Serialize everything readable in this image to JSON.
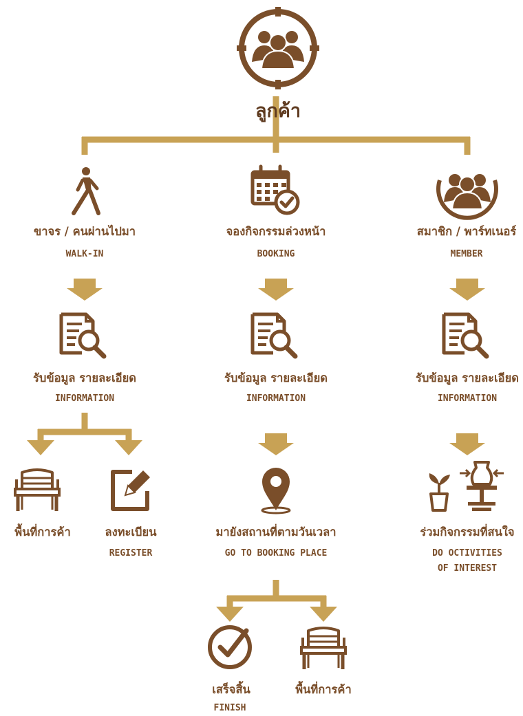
{
  "colors": {
    "connector": "#c8a255",
    "icon": "#7a4e2a",
    "text": "#7a4e2a",
    "title_text": "#5e3a1f",
    "background": "#ffffff"
  },
  "root": {
    "label_th": "ลูกค้า",
    "icon": "customers-group-icon"
  },
  "branches": {
    "walk_in": {
      "label_th": "ขาจร / คนผ่านไปมา",
      "label_en": "WALK-IN",
      "icon": "walking-person-icon",
      "info": {
        "label_th": "รับข้อมูล รายละเอียด",
        "label_en": "INFORMATION",
        "icon": "document-search-icon"
      },
      "outcomes": [
        {
          "label_th": "พื้นที่การค้า",
          "label_en": "",
          "icon": "bench-icon"
        },
        {
          "label_th": "ลงทะเบียน",
          "label_en": "REGISTER",
          "icon": "edit-form-icon"
        }
      ]
    },
    "booking": {
      "label_th": "จองกิจกรรมล่วงหน้า",
      "label_en": "BOOKING",
      "icon": "calendar-check-icon",
      "info": {
        "label_th": "รับข้อมูล รายละเอียด",
        "label_en": "INFORMATION",
        "icon": "document-search-icon"
      },
      "place": {
        "label_th": "มายังสถานที่ตามวันเวลา",
        "label_en": "GO TO BOOKING PLACE",
        "icon": "map-pin-icon"
      },
      "outcomes": [
        {
          "label_th": "เสร็จสิ้น",
          "label_en": "FINISH",
          "icon": "check-circle-icon"
        },
        {
          "label_th": "พื้นที่การค้า",
          "label_en": "",
          "icon": "bench-icon"
        }
      ]
    },
    "member": {
      "label_th": "สมาชิก / พาร์ทเนอร์",
      "label_en": "MEMBER",
      "icon": "member-group-icon",
      "info": {
        "label_th": "รับข้อมูล รายละเอียด",
        "label_en": "INFORMATION",
        "icon": "document-search-icon"
      },
      "activity": {
        "label_th": "ร่วมกิจกรรมที่สนใจ",
        "label_en_line1": "DO OCTIVITIES",
        "label_en_line2": "OF INTEREST",
        "icon": "pottery-plant-icon"
      }
    }
  }
}
